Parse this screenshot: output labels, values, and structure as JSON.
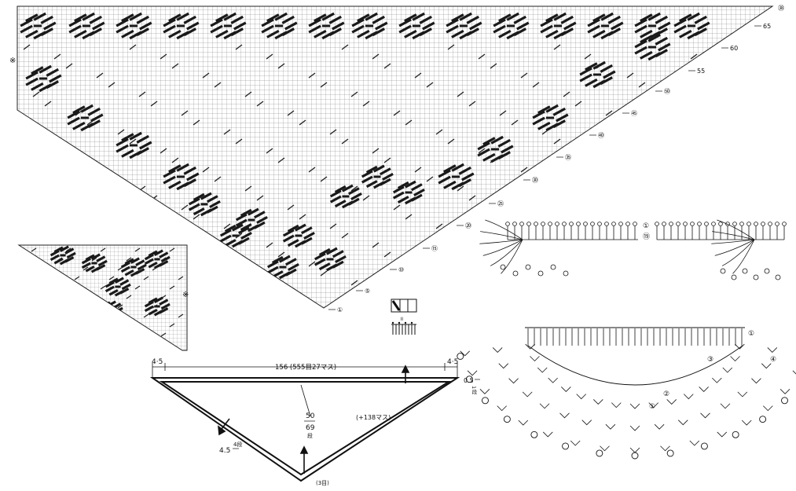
{
  "main_chart": {
    "marker_left": "※",
    "row_numbers": [
      "①",
      "⑤",
      "⑩",
      "⑮",
      "⑳",
      "㉕",
      "㉚",
      "㉟",
      "㊵",
      "㊺",
      "㊿",
      "55",
      "60",
      "65"
    ]
  },
  "small_chart": {
    "marker": "※"
  },
  "symbol_key": {
    "equals": "॥"
  },
  "schematic": {
    "top_left": "4·5",
    "top_center": "156 (555目27マス)",
    "top_right": "4·5",
    "right_side": "0.5",
    "right_side_frac": "1段",
    "center_a": "50",
    "center_b": "69",
    "center_c": "段",
    "side_note": "(+138マス)",
    "left_value": "4.5",
    "left_frac": "4段",
    "bottom": "(3目)"
  },
  "edge_chart_top": {
    "row1": "①",
    "row19": "⑲"
  },
  "edge_chart_bottom": {
    "r1": "①",
    "r2": "②",
    "r3": "③",
    "r4": "④",
    "r5": "⑤"
  }
}
